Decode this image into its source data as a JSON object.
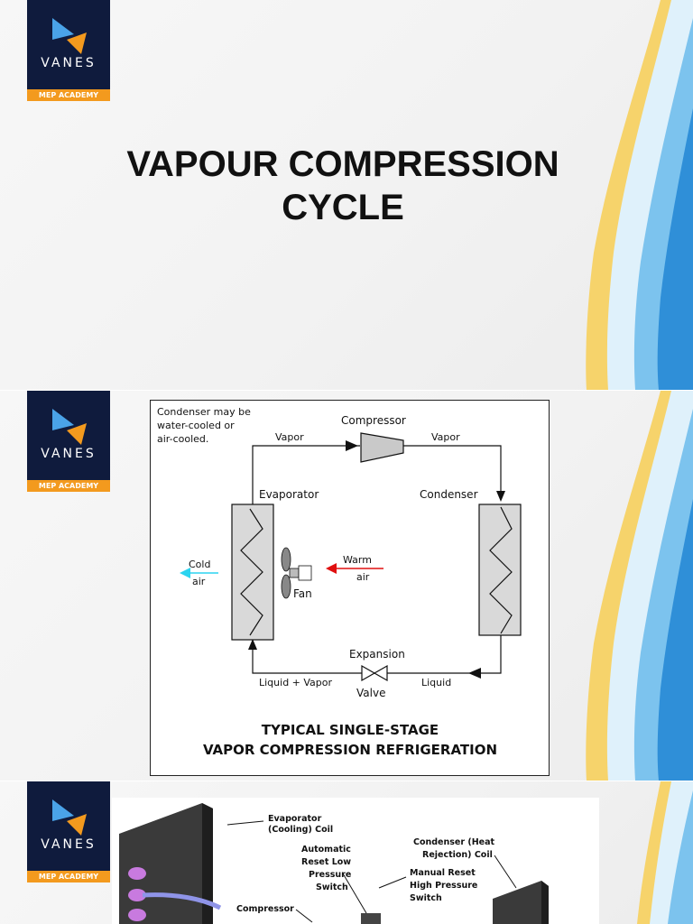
{
  "brand": {
    "name": "VANES",
    "tagline": "MEP ACADEMY"
  },
  "slide1": {
    "title_line1": "VAPOUR COMPRESSION",
    "title_line2": "CYCLE"
  },
  "slide2": {
    "note_line1": "Condenser may be",
    "note_line2": "water-cooled or",
    "note_line3": "air-cooled.",
    "compressor": "Compressor",
    "vapor_left": "Vapor",
    "vapor_right": "Vapor",
    "evaporator": "Evaporator",
    "condenser": "Condenser",
    "cold_air_1": "Cold",
    "cold_air_2": "air",
    "warm_air_1": "Warm",
    "warm_air_2": "air",
    "fan": "Fan",
    "expansion": "Expansion",
    "valve": "Valve",
    "liquid_vapor": "Liquid + Vapor",
    "liquid": "Liquid",
    "caption_line1": "TYPICAL SINGLE-STAGE",
    "caption_line2": "VAPOR COMPRESSION REFRIGERATION"
  },
  "slide3": {
    "evap_line1": "Evaporator",
    "evap_line2": "(Cooling) Coil",
    "low_line1": "Automatic",
    "low_line2": "Reset Low",
    "low_line3": "Pressure",
    "low_line4": "Switch",
    "cond_line1": "Condenser (Heat",
    "cond_line2": "Rejection) Coil",
    "high_line1": "Manual Reset",
    "high_line2": "High Pressure",
    "high_line3": "Switch",
    "compressor": "Compressor"
  },
  "colors": {
    "logo_bg": "#0f1b3d",
    "logo_accent": "#f39a1e",
    "logo_blue": "#4aa3e8",
    "cold_air": "#2bd4f0",
    "warm_air": "#e01010",
    "wave_blue": "#2f8fd8",
    "wave_gold": "#f4c542"
  }
}
